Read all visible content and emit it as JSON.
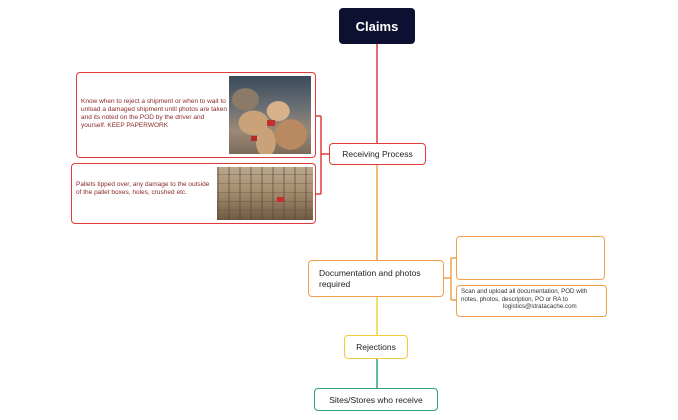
{
  "root": {
    "title": "Claims"
  },
  "branches": {
    "receiving": {
      "label": "Receiving Process",
      "notes": [
        "Know when to reject a shipment or when to wait to unload a damaged shipment until photos are taken and its noted on the POD by the driver and yourself. KEEP PAPERWORK",
        "Pallets tipped over, any damage to the outside of the pallet boxes, holes, crushed etc."
      ]
    },
    "documentation": {
      "label": "Documentation and photos required",
      "notes": [
        "",
        "Scan and upload all documentation, POD with notes, photos, description, PO or RA to",
        "logistics@stratacache.com"
      ]
    },
    "rejections": {
      "label": "Rejections"
    },
    "sites": {
      "label": "Sites/Stores who receive"
    }
  },
  "colors": {
    "root": "#0d1030",
    "receiving": "#e23b3b",
    "documentation": "#f0a04a",
    "rejections": "#f2cd3a",
    "sites": "#2fa37b"
  }
}
